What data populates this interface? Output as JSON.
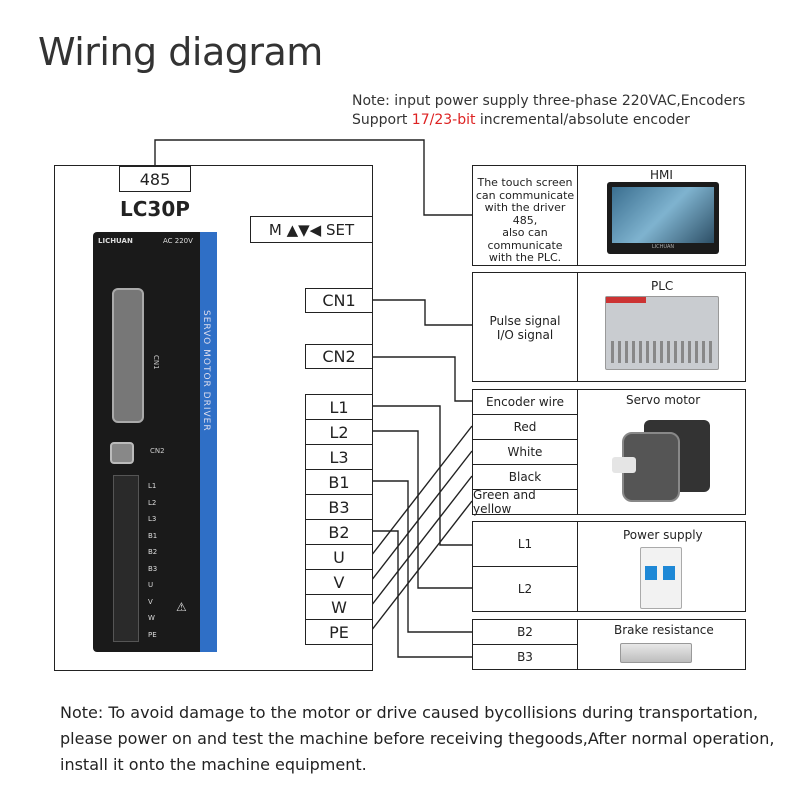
{
  "title": "Wiring diagram",
  "note_top": {
    "line1": "Note: input power supply three-phase 220VAC,Encoders",
    "line2_prefix": "Support ",
    "line2_highlight": "17/23-bit",
    "line2_suffix": " incremental/absolute encoder",
    "highlight_color": "#d22222"
  },
  "drive": {
    "port485": "485",
    "model": "LC30P",
    "keys": "M ▲▼◀ SET",
    "brand": "LICHUAN",
    "voltage": "AC 220V",
    "strip_text": "SERVO MOTOR DRIVER",
    "cn1_mark": "CN1",
    "cn2_mark": "CN2",
    "terminal_marks": [
      "L1",
      "L2",
      "L3",
      "B1",
      "B2",
      "B3",
      "U",
      "V",
      "W",
      "PE"
    ]
  },
  "ports": [
    "CN1",
    "CN2"
  ],
  "terminals": [
    "L1",
    "L2",
    "L3",
    "B1",
    "B3",
    "B2",
    "U",
    "V",
    "W",
    "PE"
  ],
  "hmi": {
    "title": "HMI",
    "desc_lines": [
      "The touch screen",
      "can communicate",
      "with the driver 485,",
      "also can",
      "communicate",
      "with the PLC."
    ],
    "brand": "LICHUAN"
  },
  "plc": {
    "title": "PLC",
    "desc_lines": [
      "Pulse signal",
      "I/O signal"
    ]
  },
  "motor": {
    "title": "Servo motor",
    "wires": [
      "Encoder wire",
      "Red",
      "White",
      "Black",
      "Green and yellow"
    ]
  },
  "power": {
    "title": "Power supply",
    "l1": "L1",
    "l2": "L2"
  },
  "brake": {
    "title": "Brake resistance",
    "b2": "B2",
    "b3": "B3"
  },
  "bottom_note": {
    "line1": "Note: To avoid damage to the motor or drive caused bycollisions during transportation,",
    "line2": "please power on and test the machine before receiving thegoods,After normal operation,",
    "line3": "install it onto the machine equipment."
  }
}
